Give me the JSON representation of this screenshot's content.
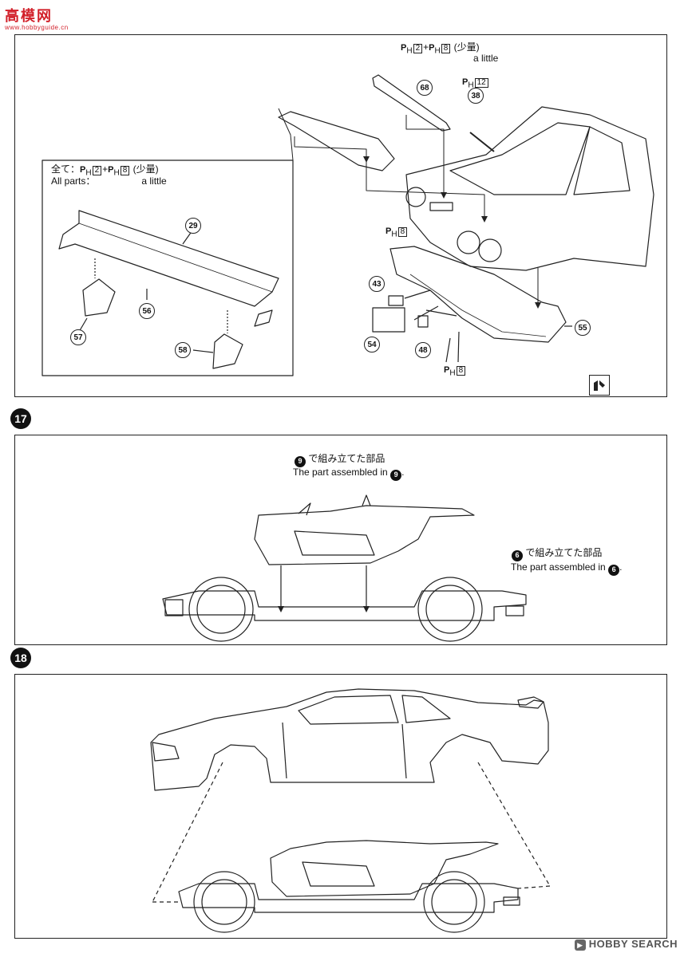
{
  "site_logo": {
    "main": "高模网",
    "sub": "www.hobbyguide.cn"
  },
  "top_panel": {
    "lbl_top_right_1": "(少量)",
    "lbl_top_right_2": "a little",
    "lbl_inset_jp_pre": "全て：",
    "lbl_inset_jp_post": "(少量)",
    "lbl_inset_en_1": "All parts：",
    "lbl_inset_en_2": "a little",
    "ph_prefix": "P",
    "ph_sub": "H",
    "ph_2": "2",
    "ph_8": "8",
    "ph_12": "12",
    "plus": "+",
    "parts": {
      "p68": "68",
      "p38": "38",
      "p29": "29",
      "p56": "56",
      "p57": "57",
      "p58": "58",
      "p43": "43",
      "p54": "54",
      "p48": "48",
      "p55": "55"
    }
  },
  "step17": {
    "badge": "17",
    "note1_jp": "で組み立てた部品",
    "note1_en": "The part assembled in",
    "note1_step": "9",
    "note2_jp": "で組み立てた部品",
    "note2_en": "The part assembled in",
    "note2_step": "6"
  },
  "step18": {
    "badge": "18"
  },
  "watermark": {
    "text": "HOBBY SEARCH",
    "icon": "hobbysearch-icon"
  },
  "colors": {
    "logo": "#d2202a",
    "line": "#222222"
  }
}
